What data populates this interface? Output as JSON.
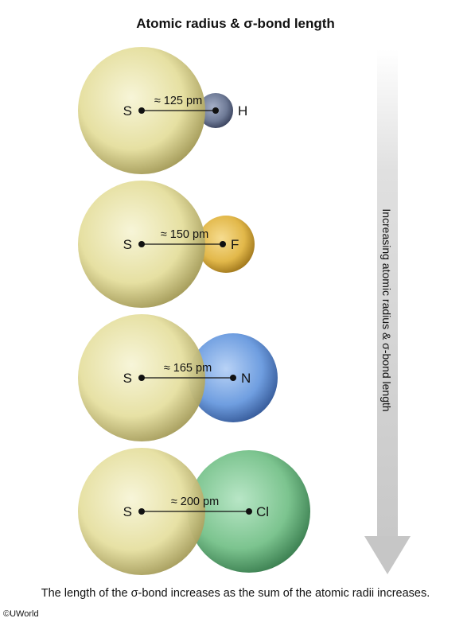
{
  "title": "Atomic radius & σ-bond length",
  "caption": "The length of the σ-bond increases as the sum of the atomic radii increases.",
  "copyright": "©UWorld",
  "arrow_label": "Increasing atomic radius & σ-bond length",
  "colors": {
    "sulfur": "#e8e3a8",
    "hydrogen": "#6e7a96",
    "fluorine": "#e2b84a",
    "nitrogen": "#6f9ee0",
    "chlorine": "#7cc48f",
    "arrow": "#d4d4d4"
  },
  "molecules": [
    {
      "left": "S",
      "right": "H",
      "bond_label": "≈ 125 pm"
    },
    {
      "left": "S",
      "right": "F",
      "bond_label": "≈ 150 pm"
    },
    {
      "left": "S",
      "right": "N",
      "bond_label": "≈ 165 pm"
    },
    {
      "left": "S",
      "right": "Cl",
      "bond_label": "≈ 200 pm"
    }
  ]
}
